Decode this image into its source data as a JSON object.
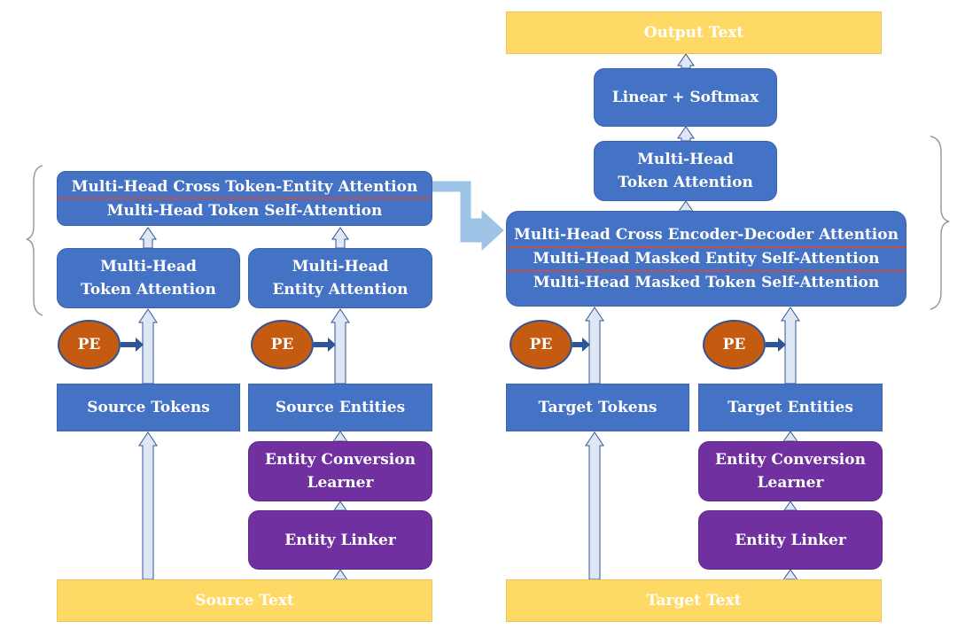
{
  "colors": {
    "blue": "#4472c4",
    "purple": "#7030a0",
    "yellow": "#ffd966",
    "pe_orange": "#c55a11",
    "arrow_fill": "#dfe7f4",
    "arrow_stroke": "#2f5597",
    "separator": "#c0504d"
  },
  "encoder": {
    "top_block": {
      "lines": [
        "Multi-Head Cross Token-Entity Attention",
        "Multi-Head Token Self-Attention"
      ]
    },
    "token_attention": [
      "Multi-Head",
      "Token Attention"
    ],
    "entity_attention": [
      "Multi-Head",
      "Entity Attention"
    ],
    "pe_token": "PE",
    "pe_entity": "PE",
    "source_tokens": "Source Tokens",
    "source_entities": "Source Entities",
    "entity_conversion_learner": [
      "Entity Conversion",
      "Learner"
    ],
    "entity_linker": "Entity Linker",
    "source_text": "Source Text"
  },
  "decoder": {
    "output_text": "Output Text",
    "linear_softmax": "Linear + Softmax",
    "token_attention": [
      "Multi-Head",
      "Token Attention"
    ],
    "main_block": {
      "lines": [
        "Multi-Head Cross Encoder-Decoder Attention",
        "Multi-Head Masked Entity Self-Attention",
        "Multi-Head Masked Token Self-Attention"
      ]
    },
    "pe_token": "PE",
    "pe_entity": "PE",
    "target_tokens": "Target Tokens",
    "target_entities": "Target Entities",
    "entity_conversion_learner": [
      "Entity Conversion",
      "Learner"
    ],
    "entity_linker": "Entity Linker",
    "target_text": "Target Text"
  }
}
